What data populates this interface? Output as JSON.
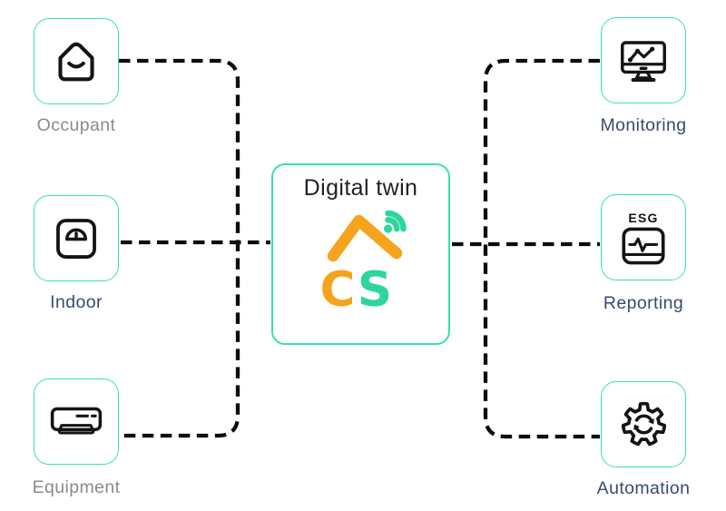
{
  "colors": {
    "accent": "#35E2AB",
    "line": "#0D0D0D",
    "ink": "#141414",
    "navy": "#3A4A6E",
    "gray": "#8A8B8D",
    "orange": "#F6A41D",
    "green": "#2ED69B",
    "title": "#1D2127",
    "bg": "#FFFFFF"
  },
  "center": {
    "title": "Digital twin",
    "logo": {
      "c": "C",
      "s": "S"
    }
  },
  "left_nodes": [
    {
      "label": "Occupant",
      "icon": "house-smile"
    },
    {
      "label": "Indoor",
      "icon": "gauge-scale"
    },
    {
      "label": "Equipment",
      "icon": "ac-unit"
    }
  ],
  "right_nodes": [
    {
      "label": "Monitoring",
      "icon": "monitor-chart"
    },
    {
      "label": "Reporting",
      "icon": "esg-monitor",
      "badge": "ESG"
    },
    {
      "label": "Automation",
      "icon": "gear-sync"
    }
  ]
}
